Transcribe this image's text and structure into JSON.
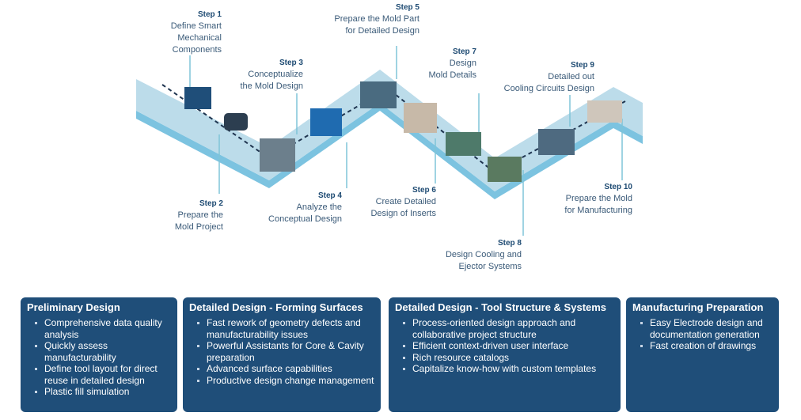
{
  "steps": [
    {
      "num": "Step 1",
      "text": [
        "Define Smart",
        "Mechanical",
        "Components"
      ]
    },
    {
      "num": "Step 2",
      "text": [
        "Prepare the",
        "Mold Project"
      ]
    },
    {
      "num": "Step 3",
      "text": [
        "Conceptualize",
        "the Mold Design"
      ]
    },
    {
      "num": "Step 4",
      "text": [
        "Analyze the",
        "Conceptual Design"
      ]
    },
    {
      "num": "Step 5",
      "text": [
        "Prepare the Mold Part",
        "for Detailed Design"
      ]
    },
    {
      "num": "Step 6",
      "text": [
        "Create Detailed",
        "Design of Inserts"
      ]
    },
    {
      "num": "Step 7",
      "text": [
        "Design",
        "Mold Details"
      ]
    },
    {
      "num": "Step 8",
      "text": [
        "Design Cooling and",
        "Ejector Systems"
      ]
    },
    {
      "num": "Step 9",
      "text": [
        "Detailed out",
        "Cooling Circuits Design"
      ]
    },
    {
      "num": "Step 10",
      "text": [
        "Prepare the Mold",
        "for Manufacturing"
      ]
    }
  ],
  "boxes": [
    {
      "title": "Preliminary Design",
      "items": [
        "Comprehensive data quality analysis",
        "Quickly assess manufacturability",
        "Define tool layout for direct reuse in detailed design",
        "Plastic fill simulation"
      ]
    },
    {
      "title": "Detailed Design - Forming Surfaces",
      "items": [
        "Fast rework of geometry defects and manufacturability issues",
        "Powerful Assistants for Core & Cavity preparation",
        "Advanced surface capabilities",
        "Productive design change management"
      ]
    },
    {
      "title": "Detailed Design - Tool Structure & Systems",
      "items": [
        "Process-oriented design approach and collaborative project structure",
        "Efficient context-driven user interface",
        "Rich resource catalogs",
        "Capitalize know-how with custom templates"
      ]
    },
    {
      "title": "Manufacturing Preparation",
      "items": [
        "Easy Electrode design and documentation generation",
        "Fast creation of drawings"
      ]
    }
  ],
  "colors": {
    "box": "#1f4e79",
    "ribbon": "#b9dbea",
    "ribbon_edge": "#7cc3e0",
    "label": "#3a5a78"
  }
}
